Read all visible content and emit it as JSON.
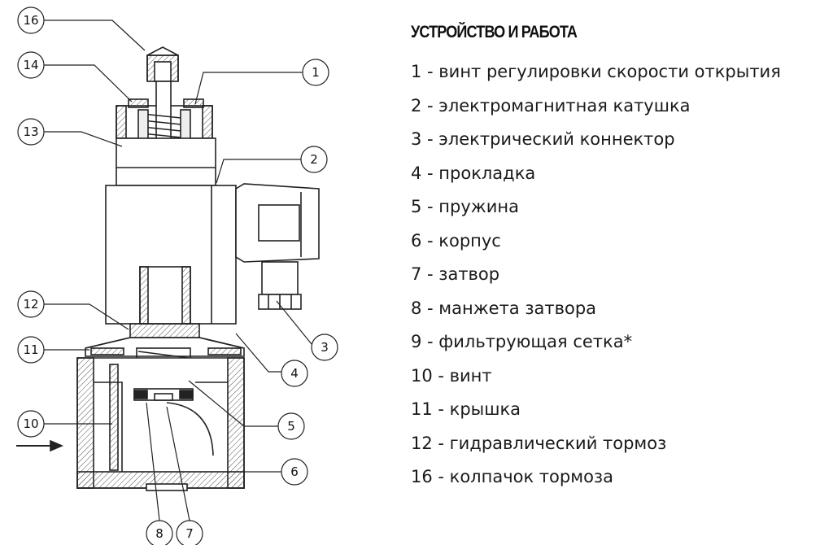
{
  "title": "УСТРОЙСТВО И РАБОТА",
  "legend": [
    {
      "text": "1 - винт регулировки  скорости  открытия"
    },
    {
      "text": "2 - электромагнитная  катушка"
    },
    {
      "text": "3 - электрический коннектор"
    },
    {
      "text": "4 - прокладка"
    },
    {
      "text": "5 - пружина"
    },
    {
      "text": "6 - корпус"
    },
    {
      "text": "7 - затвор"
    },
    {
      "text": "8 - манжета затвора"
    },
    {
      "text": "9 - фильтрующая сетка*"
    },
    {
      "text": "10 - винт"
    },
    {
      "text": "11 - крышка"
    },
    {
      "text": "12 - гидравлический  тормоз"
    },
    {
      "text": "16 - колпачок тормоза"
    }
  ],
  "callouts": [
    {
      "id": "16",
      "label": "16"
    },
    {
      "id": "14",
      "label": "14"
    },
    {
      "id": "13",
      "label": "13"
    },
    {
      "id": "12",
      "label": "12"
    },
    {
      "id": "11",
      "label": "11"
    },
    {
      "id": "10",
      "label": "10"
    },
    {
      "id": "1",
      "label": "1"
    },
    {
      "id": "2",
      "label": "2"
    },
    {
      "id": "3",
      "label": "3"
    },
    {
      "id": "4",
      "label": "4"
    },
    {
      "id": "5",
      "label": "5"
    },
    {
      "id": "6",
      "label": "6"
    },
    {
      "id": "8",
      "label": "8"
    },
    {
      "id": "7",
      "label": "7"
    }
  ],
  "colors": {
    "line": "#222222",
    "hatch": "#555555",
    "text": "#1a1a1a"
  }
}
